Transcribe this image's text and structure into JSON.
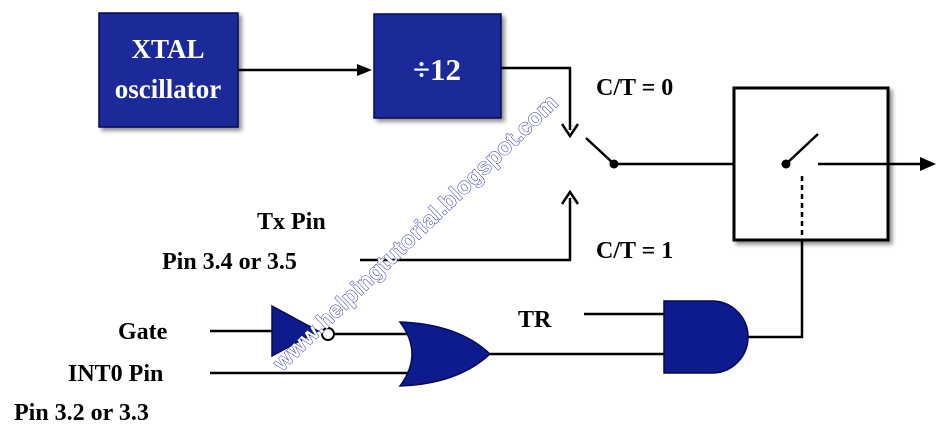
{
  "colors": {
    "block_fill": "#1f2b99",
    "block_stroke": "#050a55",
    "gate_fill": "#0d1b8c",
    "wire": "#000000",
    "watermark_text": "#ffffff",
    "watermark_outline": "#1a1aa0"
  },
  "blocks": {
    "oscillator": {
      "line1": "XTAL",
      "line2": "oscillator"
    },
    "divider": {
      "label": "÷12"
    }
  },
  "labels": {
    "ct0": "C/T = 0",
    "ct1": "C/T = 1",
    "tx_pin": "Tx Pin",
    "tx_pin_sub": "Pin 3.4 or 3.5",
    "gate": "Gate",
    "int0": "INT0 Pin",
    "int0_sub": "Pin 3.2 or 3.3",
    "tr": "TR"
  },
  "watermark": "www.helpingtutorial.blogspot.com",
  "icons": [
    "arrow-right-icon",
    "arrow-down-icon",
    "arrow-up-icon",
    "not-gate-icon",
    "or-gate-icon",
    "and-gate-icon",
    "switch-icon"
  ]
}
